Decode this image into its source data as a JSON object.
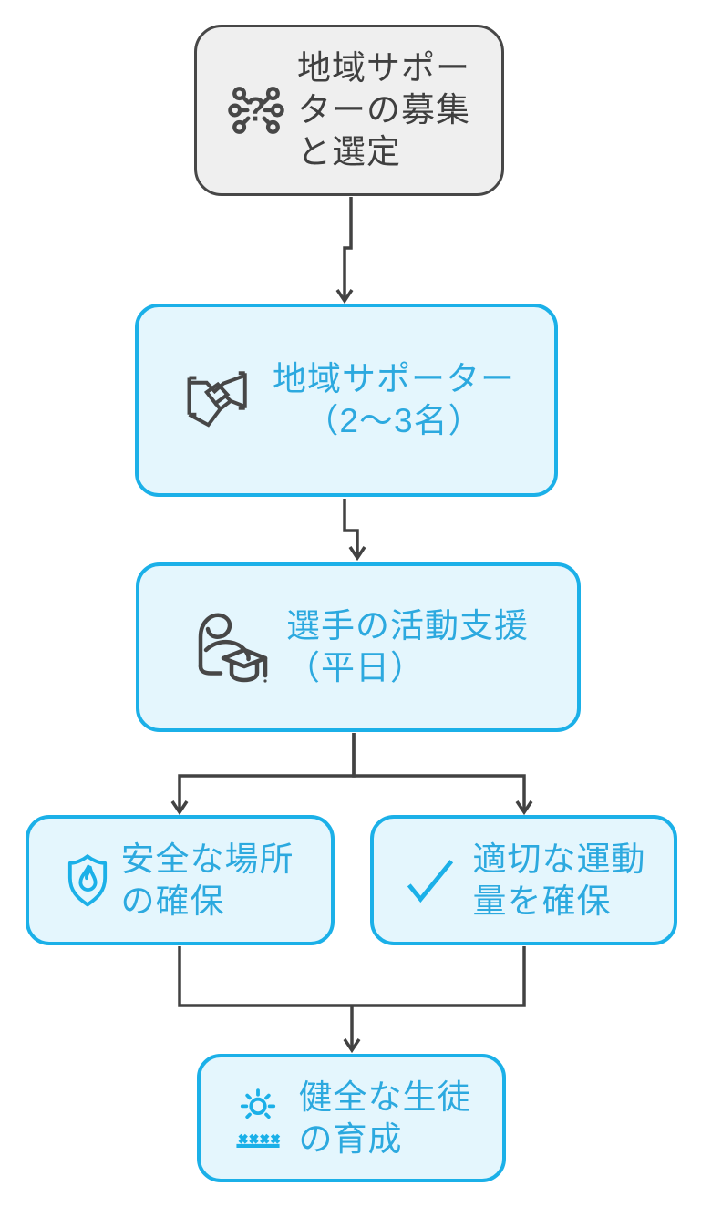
{
  "diagram": {
    "type": "flowchart",
    "direction": "top-down",
    "colors": {
      "primary_fill": "#E4F6FD",
      "primary_border": "#1BB0E8",
      "primary_text": "#2CA9DF",
      "neutral_fill": "#EFEFEF",
      "neutral_border": "#474747",
      "neutral_text": "#3F3F3F",
      "connector": "#424242"
    },
    "icons": {
      "question_glyph": "?"
    },
    "nodes": [
      {
        "id": "recruit-selection",
        "label": "地域サポーターの募集と選定",
        "lines": [
          "地域サポー",
          "ターの募集",
          "と選定"
        ],
        "icon": "network-question-icon",
        "style": "neutral"
      },
      {
        "id": "supporters",
        "label": "地域サポーター（2〜3名）",
        "lines": [
          "地域サポーター",
          "（2〜3名）"
        ],
        "icon": "handshake-icon",
        "style": "primary"
      },
      {
        "id": "activity-support",
        "label": "選手の活動支援（平日）",
        "lines": [
          "選手の活動支援",
          "（平日）"
        ],
        "icon": "flexed-arm-graduation-icon",
        "style": "primary"
      },
      {
        "id": "safe-place",
        "label": "安全な場所の確保",
        "lines": [
          "安全な場所",
          "の確保"
        ],
        "icon": "shield-flame-icon",
        "style": "primary"
      },
      {
        "id": "exercise-amount",
        "label": "適切な運動量を確保",
        "lines": [
          "適切な運動",
          "量を確保"
        ],
        "icon": "checkmark-icon",
        "style": "primary"
      },
      {
        "id": "student-growth",
        "label": "健全な生徒の育成",
        "lines": [
          "健全な生徒",
          "の育成"
        ],
        "icon": "sun-grass-icon",
        "style": "primary"
      }
    ],
    "edges": [
      {
        "from": "recruit-selection",
        "to": "supporters"
      },
      {
        "from": "supporters",
        "to": "activity-support"
      },
      {
        "from": "activity-support",
        "to": "safe-place"
      },
      {
        "from": "activity-support",
        "to": "exercise-amount"
      },
      {
        "from": "safe-place",
        "to": "student-growth"
      },
      {
        "from": "exercise-amount",
        "to": "student-growth"
      }
    ]
  }
}
